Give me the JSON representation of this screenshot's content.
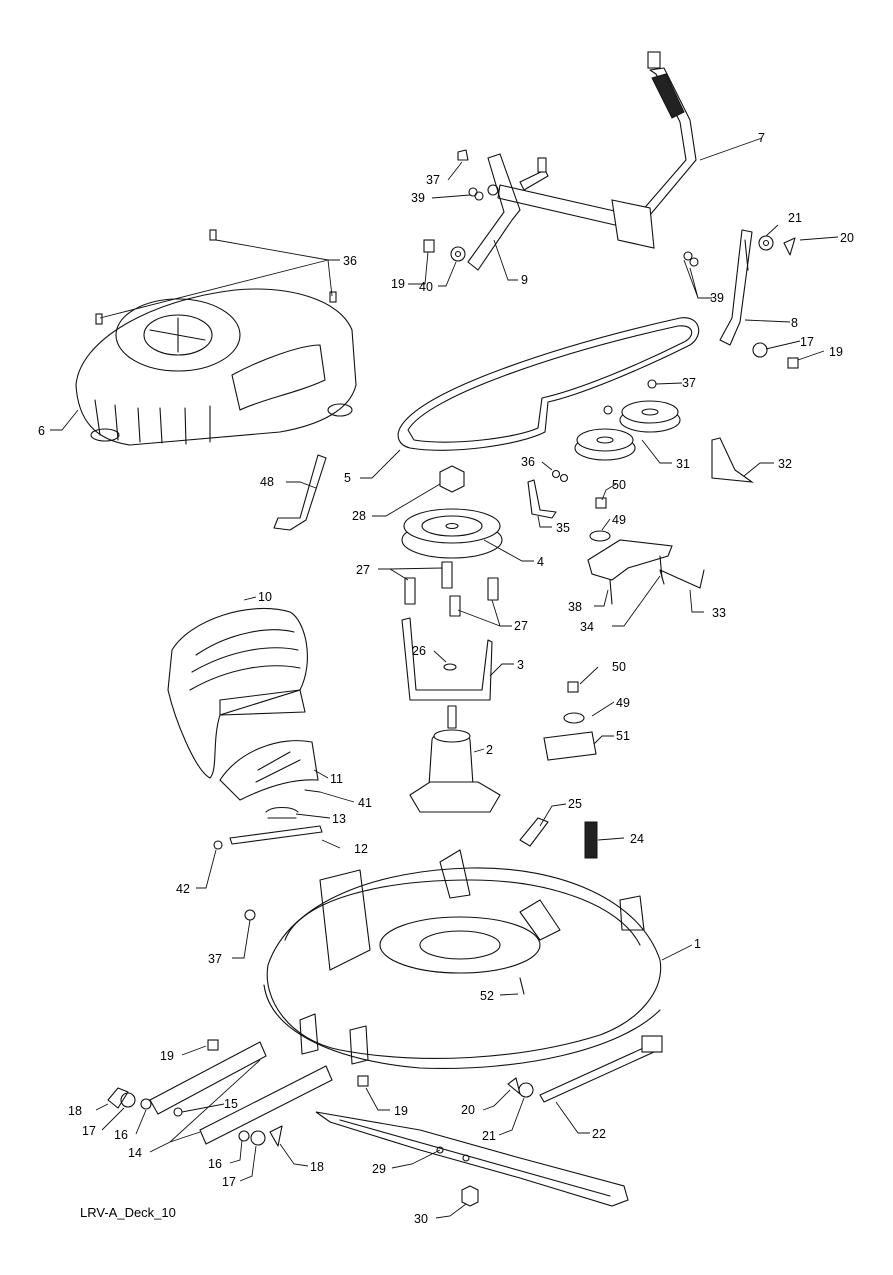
{
  "caption": "LRV-A_Deck_10",
  "callouts": {
    "c1": "1",
    "c2": "2",
    "c3": "3",
    "c4": "4",
    "c5": "5",
    "c6": "6",
    "c7": "7",
    "c8": "8",
    "c9": "9",
    "c10": "10",
    "c11": "11",
    "c12": "12",
    "c13": "13",
    "c14": "14",
    "c15": "15",
    "c16a": "16",
    "c16b": "16",
    "c17a": "17",
    "c17b": "17",
    "c17c": "17",
    "c18a": "18",
    "c18b": "18",
    "c19a": "19",
    "c19b": "19",
    "c19c": "19",
    "c19d": "19",
    "c20a": "20",
    "c20b": "20",
    "c21a": "21",
    "c21b": "21",
    "c22": "22",
    "c24": "24",
    "c25": "25",
    "c26": "26",
    "c27a": "27",
    "c27b": "27",
    "c28": "28",
    "c29": "29",
    "c30": "30",
    "c31": "31",
    "c32": "32",
    "c33": "33",
    "c34": "34",
    "c35": "35",
    "c36a": "36",
    "c36b": "36",
    "c37a": "37",
    "c37b": "37",
    "c37c": "37",
    "c38": "38",
    "c39a": "39",
    "c39b": "39",
    "c40": "40",
    "c41": "41",
    "c42": "42",
    "c48": "48",
    "c49a": "49",
    "c49b": "49",
    "c50a": "50",
    "c50b": "50",
    "c51": "51",
    "c52": "52"
  }
}
